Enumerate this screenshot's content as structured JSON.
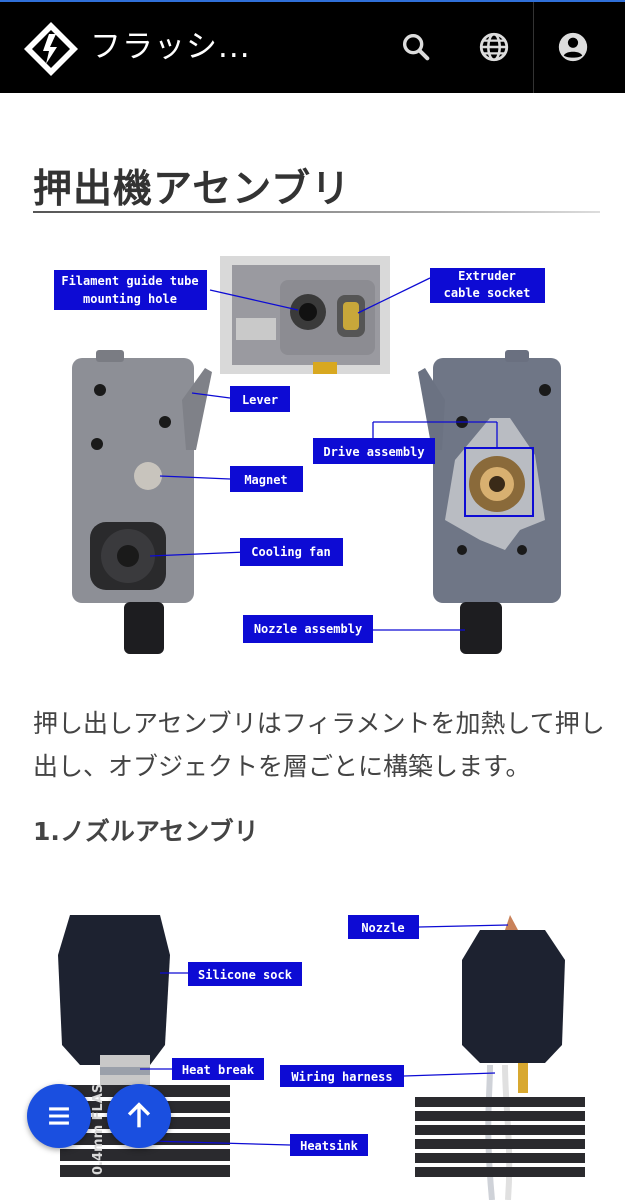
{
  "header": {
    "site_title": "フラッシ...",
    "icons": [
      "logo-icon",
      "search-icon",
      "globe-icon",
      "account-icon"
    ]
  },
  "page": {
    "title": "押出機アセンブリ",
    "body": "押し出しアセンブリはフィラメントを加熱して押し出し、オブジェクトを層ごとに構築します。",
    "subheading": "1.ノズルアセンブリ"
  },
  "figure1": {
    "labels": {
      "guide_tube_1": "Filament guide tube",
      "guide_tube_2": "mounting hole",
      "socket_1": "Extruder",
      "socket_2": "cable socket",
      "lever": "Lever",
      "magnet": "Magnet",
      "fan": "Cooling fan",
      "drive": "Drive assembly",
      "nozzle_asm": "Nozzle assembly"
    }
  },
  "figure2": {
    "labels": {
      "sock": "Silicone sock",
      "heat_break": "Heat break",
      "heatsink": "Heatsink",
      "nozzle": "Nozzle",
      "wiring": "Wiring harness"
    },
    "nozzle_text": "0.4mm FLAS"
  },
  "colors": {
    "header_bg": "#000000",
    "label_bg": "#0d0bd4",
    "fab": "#1a4fe0"
  }
}
